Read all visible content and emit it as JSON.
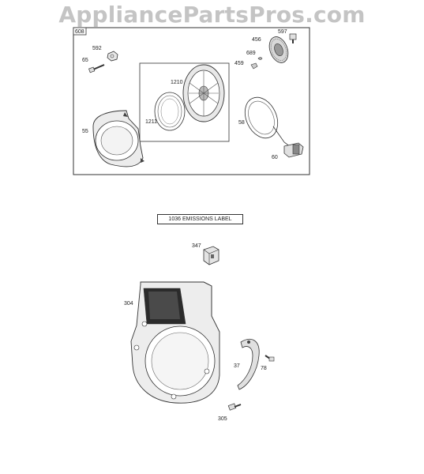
{
  "watermark": "AppliancePartsPros.com",
  "box_label": "608",
  "emissions_label": "1036 EMISSIONS LABEL",
  "callouts": {
    "p592": "592",
    "p65": "65",
    "p55": "55",
    "p1210": "1210",
    "p1211": "1211",
    "p456": "456",
    "p597": "597",
    "p689": "689",
    "p459": "459",
    "p58": "58",
    "p60": "60",
    "p347": "347",
    "p304": "304",
    "p37": "37",
    "p78": "78",
    "p305": "305"
  }
}
